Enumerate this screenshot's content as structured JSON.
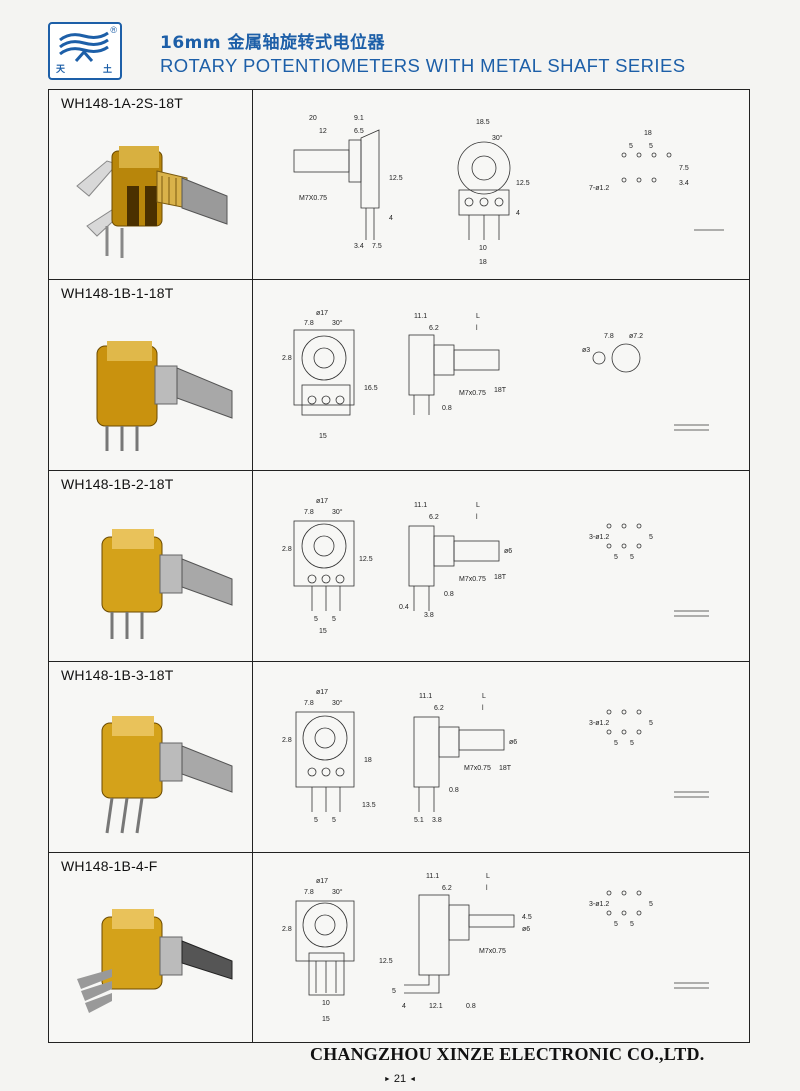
{
  "header": {
    "logo": {
      "name": "xinze-logo",
      "text_left": "天",
      "text_right": "土",
      "registered": "®",
      "color": "#1d5fa8"
    },
    "title_cn": "16mm  金属轴旋转式电位器",
    "title_en": "ROTARY POTENTIOMETERS WITH METAL SHAFT SERIES"
  },
  "products": [
    {
      "model": "WH148-1A-2S-18T",
      "side_dims": [
        "20",
        "9.1",
        "12",
        "6.5",
        "M7X0.75",
        "12.5",
        "4",
        "3.4",
        "7.5"
      ],
      "front_dims": [
        "18.5",
        "30°",
        "12.5",
        "4",
        "10",
        "18"
      ],
      "pin_dims": [
        "18",
        "5",
        "5",
        "7.5",
        "3.4",
        "7-ø1.2"
      ]
    },
    {
      "model": "WH148-1B-1-18T",
      "front_dims": [
        "ø17",
        "7.8",
        "30°",
        "16.5",
        "15",
        "2.8"
      ],
      "side_dims": [
        "11.1",
        "L",
        "6.2",
        "l",
        "M7x0.75",
        "18T",
        "0.8"
      ],
      "pin_dims": [
        "ø3",
        "7.8",
        "ø7.2"
      ]
    },
    {
      "model": "WH148-1B-2-18T",
      "front_dims": [
        "ø17",
        "7.8",
        "30°",
        "12.5",
        "5",
        "5",
        "15",
        "2.8"
      ],
      "side_dims": [
        "11.1",
        "L",
        "6.2",
        "l",
        "ø6",
        "M7x0.75",
        "18T",
        "0.8",
        "0.4",
        "3.8"
      ],
      "pin_dims": [
        "3-ø1.2",
        "5",
        "5",
        "5"
      ]
    },
    {
      "model": "WH148-1B-3-18T",
      "front_dims": [
        "ø17",
        "7.8",
        "30°",
        "18",
        "5",
        "5",
        "13.5",
        "2.8"
      ],
      "side_dims": [
        "11.1",
        "L",
        "6.2",
        "l",
        "ø6",
        "M7x0.75",
        "18T",
        "0.8",
        "5.1",
        "3.8"
      ],
      "pin_dims": [
        "3-ø1.2",
        "5",
        "5",
        "5"
      ]
    },
    {
      "model": "WH148-1B-4-F",
      "front_dims": [
        "ø17",
        "7.8",
        "30°",
        "10",
        "15",
        "2.8"
      ],
      "side_dims": [
        "11.1",
        "L",
        "6.2",
        "l",
        "4.5",
        "ø6",
        "M7x0.75",
        "12.5",
        "4",
        "12.1",
        "0.8",
        "5"
      ],
      "pin_dims": [
        "3-ø1.2",
        "5",
        "5",
        "5"
      ]
    }
  ],
  "footer": {
    "company": "CHANGZHOU XINZE ELECTRONIC CO.,LTD.",
    "page": "21",
    "arrow_left": "►",
    "arrow_right": "◄"
  }
}
